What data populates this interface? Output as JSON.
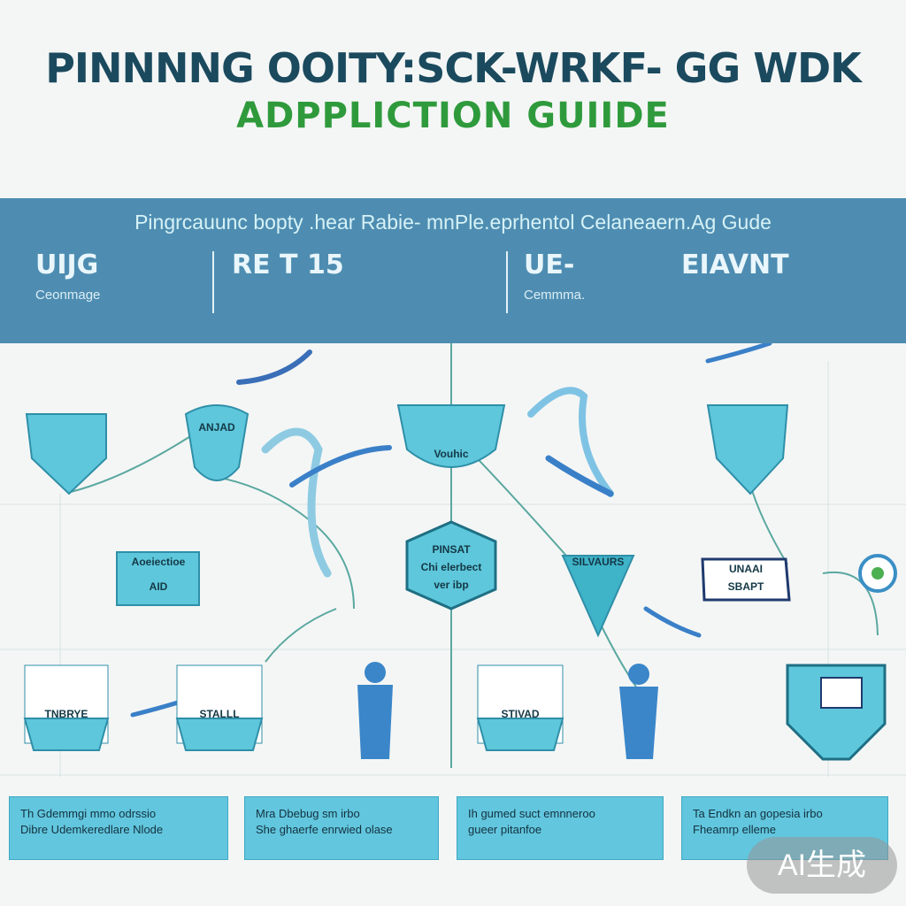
{
  "header": {
    "title": "PINNNNG OOITY:SCK-WRKF- GG WDK",
    "subtitle": "ADPPLICTION GUIIDE"
  },
  "banner": {
    "tagline": "Pingrcauunc bopty .hear Rabie- mnPle.eprhentol Celaneaern.Ag Gude",
    "columns": [
      {
        "heading": "UIJG",
        "caption": "Ceonmage"
      },
      {
        "heading": "RE T 15",
        "caption": ""
      },
      {
        "heading": "UE-",
        "caption": "Cemmma."
      },
      {
        "heading": "EIAVNT",
        "caption": ""
      }
    ]
  },
  "nodes": {
    "shield_left_label": "",
    "pick_label": "ANJAD",
    "cup_label": "Vouhic",
    "hex_label_1": "PINSAT",
    "hex_label_2": "Chi elerbect",
    "hex_label_3": "ver ibp",
    "box_left_label": "Aoeiectioe",
    "box_left_sub": "AID",
    "funnel_label": "SILVAURS",
    "sign_label_1": "UNAAI",
    "sign_label_2": "SBAPT",
    "leaf_card_1": "TNBRYE",
    "leaf_card_2": "STALLL",
    "leaf_card_3": "STIVAD"
  },
  "cards": [
    {
      "line1": "Th Gdemmgi mmo odrssio",
      "line2": "Dibre Udemkeredlare Nlode"
    },
    {
      "line1": "Mra Dbebug sm irbo",
      "line2": "She ghaerfe enrwied olase"
    },
    {
      "line1": "Ih gumed suct emnneroo",
      "line2": "gueer pitanfoe"
    },
    {
      "line1": "Ta Endkn an gopesia irbo",
      "line2": "Fheamrp elleme"
    }
  ],
  "watermark": "AI生成",
  "colors": {
    "title": "#1b4a5e",
    "subtitle": "#2f9a3c",
    "banner": "#4e8db1",
    "node_fill": "#5ec7db",
    "card_fill": "#62c6de"
  }
}
